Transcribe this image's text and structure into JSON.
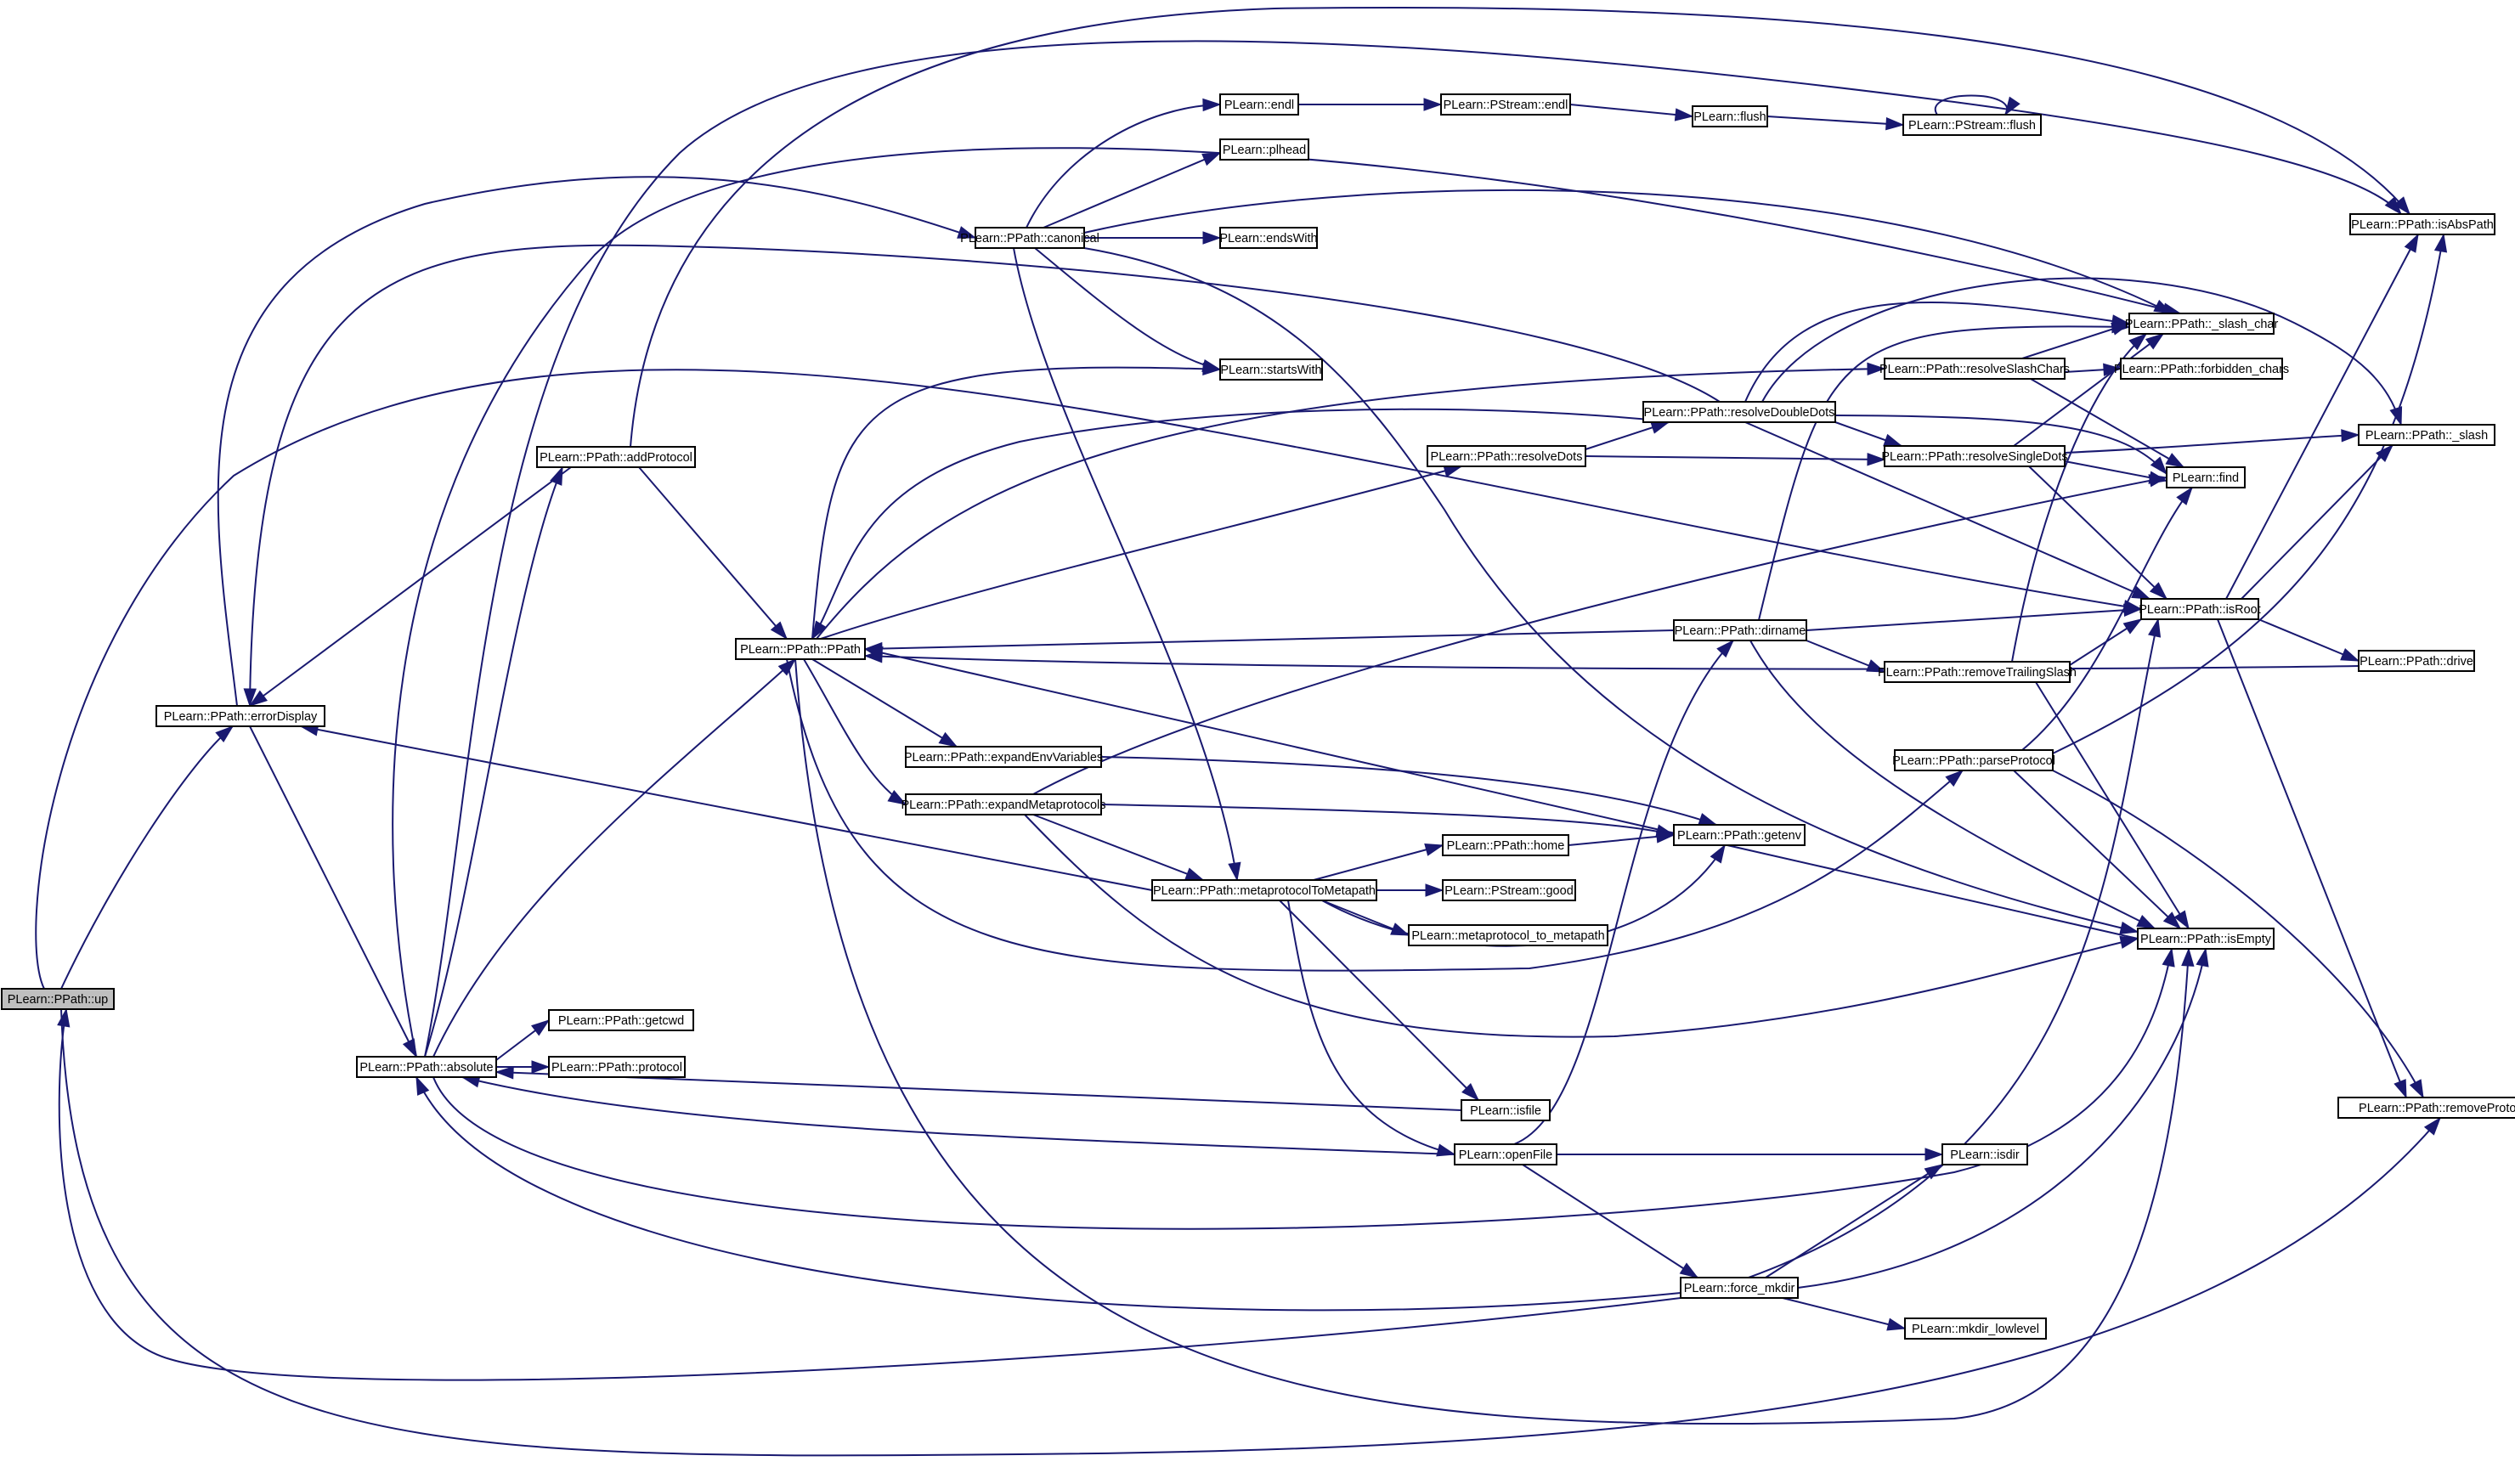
{
  "graph": {
    "edge_color": "#191970",
    "root_fill": "#bfbfbf",
    "nodes": [
      {
        "id": "up",
        "label": "PLearn::PPath::up",
        "root": true
      },
      {
        "id": "errorDisplay",
        "label": "PLearn::PPath::errorDisplay"
      },
      {
        "id": "absolute",
        "label": "PLearn::PPath::absolute"
      },
      {
        "id": "getcwd",
        "label": "PLearn::PPath::getcwd"
      },
      {
        "id": "protocol",
        "label": "PLearn::PPath::protocol"
      },
      {
        "id": "addProtocol",
        "label": "PLearn::PPath::addProtocol"
      },
      {
        "id": "PPath",
        "label": "PLearn::PPath::PPath"
      },
      {
        "id": "canonical",
        "label": "PLearn::PPath::canonical"
      },
      {
        "id": "endl",
        "label": "PLearn::endl"
      },
      {
        "id": "plhead",
        "label": "PLearn::plhead"
      },
      {
        "id": "endsWith",
        "label": "PLearn::endsWith"
      },
      {
        "id": "startsWith",
        "label": "PLearn::startsWith"
      },
      {
        "id": "expandEnvVariables",
        "label": "PLearn::PPath::expandEnvVariables"
      },
      {
        "id": "expandMetaprotocols",
        "label": "PLearn::PPath::expandMetaprotocols"
      },
      {
        "id": "metaprotocolToMetapath",
        "label": "PLearn::PPath::metaprotocolToMetapath"
      },
      {
        "id": "home",
        "label": "PLearn::PPath::home"
      },
      {
        "id": "good",
        "label": "PLearn::PStream::good"
      },
      {
        "id": "metaprotocol_to_metapath",
        "label": "PLearn::metaprotocol_to_metapath"
      },
      {
        "id": "isfile",
        "label": "PLearn::isfile"
      },
      {
        "id": "openFile",
        "label": "PLearn::openFile"
      },
      {
        "id": "resolveDots",
        "label": "PLearn::PPath::resolveDots"
      },
      {
        "id": "pstream_endl",
        "label": "PLearn::PStream::endl"
      },
      {
        "id": "flush",
        "label": "PLearn::flush"
      },
      {
        "id": "pstream_flush",
        "label": "PLearn::PStream::flush"
      },
      {
        "id": "resolveDoubleDots",
        "label": "PLearn::PPath::resolveDoubleDots"
      },
      {
        "id": "dirname",
        "label": "PLearn::PPath::dirname"
      },
      {
        "id": "getenv",
        "label": "PLearn::PPath::getenv"
      },
      {
        "id": "force_mkdir",
        "label": "PLearn::force_mkdir"
      },
      {
        "id": "resolveSlashChars",
        "label": "PLearn::PPath::resolveSlashChars"
      },
      {
        "id": "resolveSingleDots",
        "label": "PLearn::PPath::resolveSingleDots"
      },
      {
        "id": "removeTrailingSlash",
        "label": "PLearn::PPath::removeTrailingSlash"
      },
      {
        "id": "parseProtocol",
        "label": "PLearn::PPath::parseProtocol"
      },
      {
        "id": "mkdir_lowlevel",
        "label": "PLearn::mkdir_lowlevel"
      },
      {
        "id": "slash_char",
        "label": "PLearn::PPath::_slash_char"
      },
      {
        "id": "forbidden_chars",
        "label": "PLearn::PPath::forbidden_chars"
      },
      {
        "id": "find",
        "label": "PLearn::find"
      },
      {
        "id": "isRoot",
        "label": "PLearn::PPath::isRoot"
      },
      {
        "id": "isEmpty",
        "label": "PLearn::PPath::isEmpty"
      },
      {
        "id": "isdir",
        "label": "PLearn::isdir"
      },
      {
        "id": "isAbsPath",
        "label": "PLearn::PPath::isAbsPath"
      },
      {
        "id": "slash",
        "label": "PLearn::PPath::_slash"
      },
      {
        "id": "drive",
        "label": "PLearn::PPath::drive"
      },
      {
        "id": "removeProtocol",
        "label": "PLearn::PPath::removeProtocol"
      }
    ],
    "edges": [
      [
        "up",
        "errorDisplay"
      ],
      [
        "up",
        "absolute"
      ],
      [
        "up",
        "isRoot"
      ],
      [
        "up",
        "removeProtocol"
      ],
      [
        "errorDisplay",
        "absolute"
      ],
      [
        "errorDisplay",
        "canonical"
      ],
      [
        "absolute",
        "errorDisplay"
      ],
      [
        "absolute",
        "getcwd"
      ],
      [
        "absolute",
        "protocol"
      ],
      [
        "absolute",
        "addProtocol"
      ],
      [
        "absolute",
        "PPath"
      ],
      [
        "absolute",
        "isAbsPath"
      ],
      [
        "absolute",
        "isEmpty"
      ],
      [
        "absolute",
        "isdir"
      ],
      [
        "absolute",
        "removeProtocol"
      ],
      [
        "addProtocol",
        "errorDisplay"
      ],
      [
        "addProtocol",
        "PPath"
      ],
      [
        "addProtocol",
        "isAbsPath"
      ],
      [
        "PPath",
        "startsWith"
      ],
      [
        "PPath",
        "expandEnvVariables"
      ],
      [
        "PPath",
        "expandMetaprotocols"
      ],
      [
        "PPath",
        "resolveDots"
      ],
      [
        "PPath",
        "resolveSlashChars"
      ],
      [
        "PPath",
        "parseProtocol"
      ],
      [
        "PPath",
        "isEmpty"
      ],
      [
        "PPath",
        "absolute"
      ],
      [
        "canonical",
        "endl"
      ],
      [
        "canonical",
        "plhead"
      ],
      [
        "canonical",
        "endsWith"
      ],
      [
        "canonical",
        "startsWith"
      ],
      [
        "canonical",
        "metaprotocolToMetapath"
      ],
      [
        "canonical",
        "slash_char"
      ],
      [
        "canonical",
        "isEmpty"
      ],
      [
        "expandEnvVariables",
        "getenv"
      ],
      [
        "expandMetaprotocols",
        "metaprotocolToMetapath"
      ],
      [
        "expandMetaprotocols",
        "getenv"
      ],
      [
        "expandMetaprotocols",
        "find"
      ],
      [
        "expandMetaprotocols",
        "isEmpty"
      ],
      [
        "metaprotocolToMetapath",
        "errorDisplay"
      ],
      [
        "metaprotocolToMetapath",
        "home"
      ],
      [
        "metaprotocolToMetapath",
        "good"
      ],
      [
        "metaprotocolToMetapath",
        "metaprotocol_to_metapath"
      ],
      [
        "metaprotocolToMetapath",
        "isfile"
      ],
      [
        "metaprotocolToMetapath",
        "openFile"
      ],
      [
        "metaprotocolToMetapath",
        "getenv"
      ],
      [
        "home",
        "getenv"
      ],
      [
        "isfile",
        "absolute"
      ],
      [
        "openFile",
        "absolute"
      ],
      [
        "openFile",
        "dirname"
      ],
      [
        "openFile",
        "isdir"
      ],
      [
        "openFile",
        "force_mkdir"
      ],
      [
        "resolveDots",
        "resolveDoubleDots"
      ],
      [
        "resolveDots",
        "resolveSingleDots"
      ],
      [
        "endl",
        "pstream_endl"
      ],
      [
        "pstream_endl",
        "flush"
      ],
      [
        "flush",
        "pstream_flush"
      ],
      [
        "pstream_flush",
        "pstream_flush"
      ],
      [
        "resolveDoubleDots",
        "slash_char"
      ],
      [
        "resolveDoubleDots",
        "slash"
      ],
      [
        "resolveDoubleDots",
        "find"
      ],
      [
        "resolveDoubleDots",
        "isRoot"
      ],
      [
        "resolveDoubleDots",
        "resolveSingleDots"
      ],
      [
        "resolveDoubleDots",
        "errorDisplay"
      ],
      [
        "resolveDoubleDots",
        "PPath"
      ],
      [
        "dirname",
        "PPath"
      ],
      [
        "dirname",
        "isRoot"
      ],
      [
        "dirname",
        "removeTrailingSlash"
      ],
      [
        "dirname",
        "slash_char"
      ],
      [
        "dirname",
        "isEmpty"
      ],
      [
        "force_mkdir",
        "absolute"
      ],
      [
        "force_mkdir",
        "isdir"
      ],
      [
        "force_mkdir",
        "mkdir_lowlevel"
      ],
      [
        "force_mkdir",
        "isRoot"
      ],
      [
        "force_mkdir",
        "isEmpty"
      ],
      [
        "force_mkdir",
        "up"
      ],
      [
        "resolveSlashChars",
        "slash_char"
      ],
      [
        "resolveSlashChars",
        "forbidden_chars"
      ],
      [
        "resolveSlashChars",
        "find"
      ],
      [
        "resolveSingleDots",
        "slash_char"
      ],
      [
        "resolveSingleDots",
        "find"
      ],
      [
        "resolveSingleDots",
        "slash"
      ],
      [
        "resolveSingleDots",
        "isRoot"
      ],
      [
        "removeTrailingSlash",
        "slash_char"
      ],
      [
        "removeTrailingSlash",
        "isRoot"
      ],
      [
        "removeTrailingSlash",
        "isEmpty"
      ],
      [
        "parseProtocol",
        "find"
      ],
      [
        "parseProtocol",
        "isEmpty"
      ],
      [
        "parseProtocol",
        "isAbsPath"
      ],
      [
        "parseProtocol",
        "removeProtocol"
      ],
      [
        "isRoot",
        "isAbsPath"
      ],
      [
        "isRoot",
        "slash"
      ],
      [
        "isRoot",
        "drive"
      ],
      [
        "isRoot",
        "removeProtocol"
      ],
      [
        "drive",
        "PPath"
      ],
      [
        "isEmpty",
        "PPath"
      ]
    ]
  }
}
